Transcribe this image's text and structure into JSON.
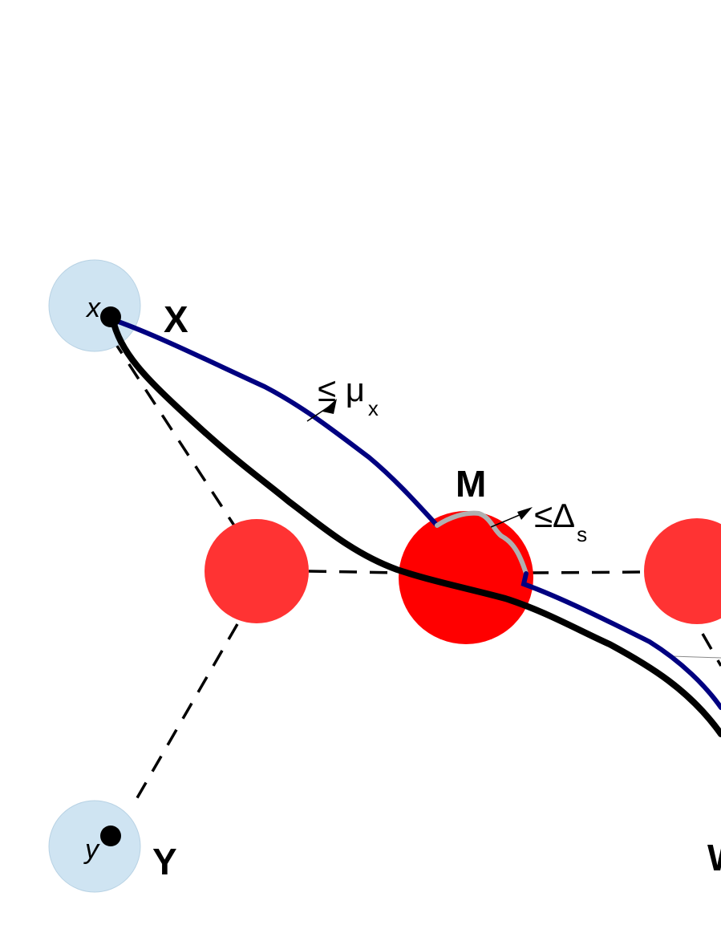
{
  "nodes": {
    "x_label": "X",
    "y_label": "Y",
    "m_label": "M",
    "w_label": "W",
    "x_point": "x",
    "y_point": "y"
  },
  "annotations": {
    "mu_bound_symbol": "≤ μ",
    "mu_bound_sub": "x",
    "delta_bound_symbol": "≤Δ",
    "delta_bound_sub": "s"
  },
  "colors": {
    "terminal_fill": "#cfe4f2",
    "hub_fill": "#ff0000",
    "neighbor_fill": "#ff3333",
    "navy_path": "#000080",
    "gray_segment": "#b0b0b0",
    "black_path": "#000000"
  }
}
